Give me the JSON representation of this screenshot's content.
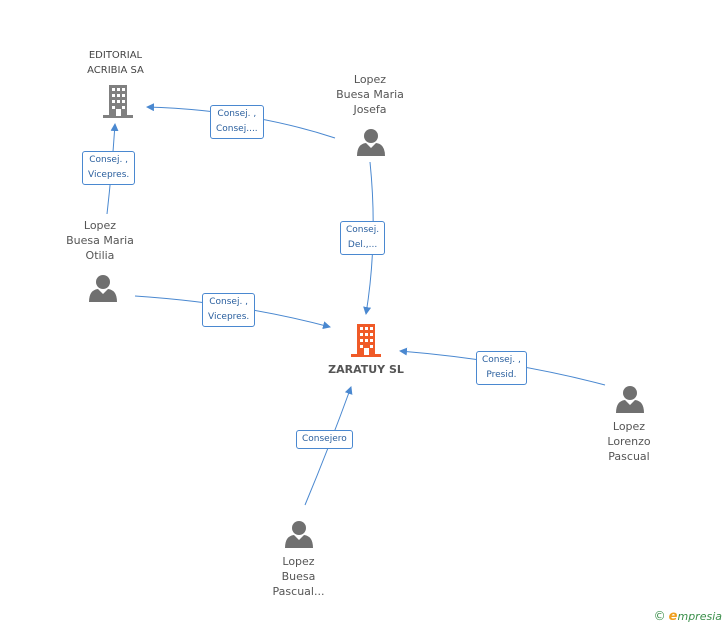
{
  "nodes": {
    "editorial": {
      "lines": [
        "EDITORIAL",
        "ACRIBIA SA"
      ],
      "kind": "company"
    },
    "zaratuy": {
      "lines": [
        "ZARATUY SL"
      ],
      "kind": "focus-company"
    },
    "josefa": {
      "lines": [
        "Lopez",
        "Buesa Maria",
        "Josefa"
      ],
      "kind": "person"
    },
    "otilia": {
      "lines": [
        "Lopez",
        "Buesa Maria",
        "Otilia"
      ],
      "kind": "person"
    },
    "lorenzo": {
      "lines": [
        "Lopez",
        "Lorenzo",
        "Pascual"
      ],
      "kind": "person"
    },
    "pascual": {
      "lines": [
        "Lopez",
        "Buesa",
        "Pascual..."
      ],
      "kind": "person"
    }
  },
  "edges": {
    "josefa_editorial": [
      "Consej. ,",
      "Consej...."
    ],
    "otilia_editorial": [
      "Consej. ,",
      "Vicepres."
    ],
    "josefa_zaratuy": [
      "Consej.",
      "Del.,..."
    ],
    "otilia_zaratuy": [
      "Consej. ,",
      "Vicepres."
    ],
    "lorenzo_zaratuy": [
      "Consej. ,",
      "Presid."
    ],
    "pascual_zaratuy": [
      "Consejero"
    ]
  },
  "brand": {
    "copyright": "©",
    "e": "e",
    "rest": "mpresia"
  },
  "colors": {
    "edge": "#4a88d0",
    "company": "#808080",
    "focus_company": "#f05a28",
    "person": "#707070"
  }
}
